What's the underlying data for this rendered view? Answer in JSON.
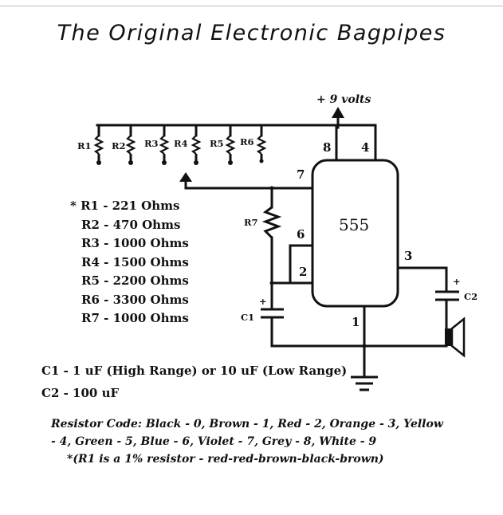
{
  "title": "The Original Electronic Bagpipes",
  "supply_label": "+ 9 volts",
  "chip_label": "555",
  "pins": {
    "p1": "1",
    "p2": "2",
    "p3": "3",
    "p4": "4",
    "p6": "6",
    "p7": "7",
    "p8": "8"
  },
  "resistor_labels": [
    "R1",
    "R2",
    "R3",
    "R4",
    "R5",
    "R6"
  ],
  "r7_label": "R7",
  "c1_label": "C1",
  "c2_label": "C2",
  "c1_plus": "+",
  "c2_plus": "+",
  "resistor_list": [
    "* R1 - 221 Ohms",
    "R2 - 470 Ohms",
    "R3 - 1000 Ohms",
    "R4 - 1500 Ohms",
    "R5 - 2200 Ohms",
    "R6 - 3300 Ohms",
    "R7 - 1000 Ohms"
  ],
  "capacitors": [
    "C1 - 1 uF (High Range) or 10 uF (Low Range)",
    "C2 - 100 uF"
  ],
  "resistor_code": {
    "line1": "Resistor Code: Black - 0, Brown - 1, Red - 2, Orange - 3, Yellow",
    "line2": "- 4, Green - 5, Blue - 6, Violet - 7, Grey - 8, White - 9",
    "line3": "*(R1 is a 1% resistor - red-red-brown-black-brown)"
  }
}
